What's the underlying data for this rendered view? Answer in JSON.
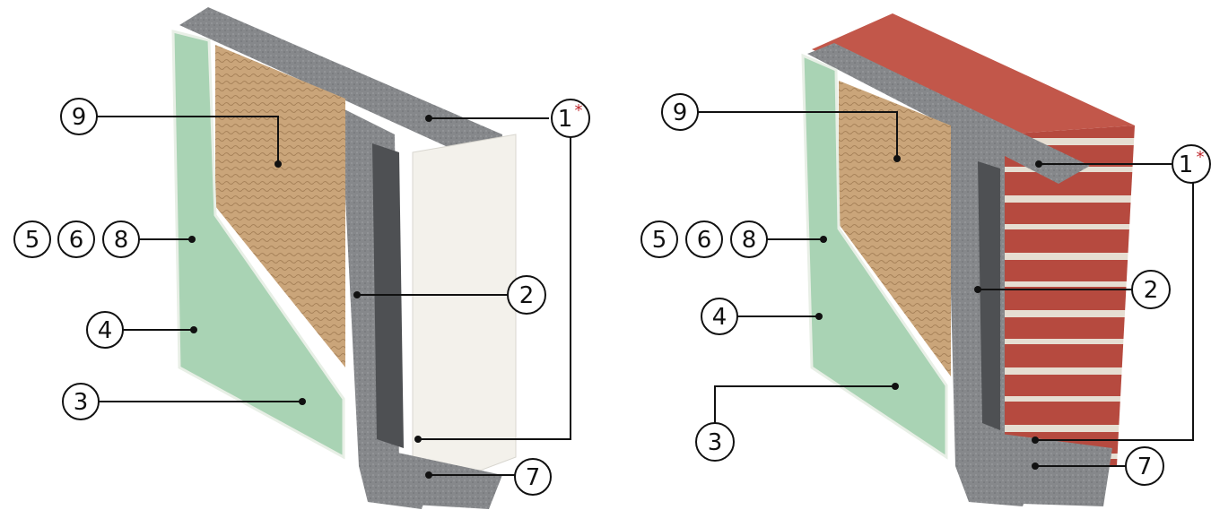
{
  "figure_left": {
    "callouts": [
      {
        "id": "c9",
        "label": "9"
      },
      {
        "id": "c1",
        "label": "1",
        "asterisk": "*"
      },
      {
        "id": "c568a",
        "label": "5"
      },
      {
        "id": "c568b",
        "label": "6"
      },
      {
        "id": "c568c",
        "label": "8"
      },
      {
        "id": "c2",
        "label": "2"
      },
      {
        "id": "c4",
        "label": "4"
      },
      {
        "id": "c3",
        "label": "3"
      },
      {
        "id": "c7",
        "label": "7"
      }
    ]
  },
  "figure_right": {
    "callouts": [
      {
        "id": "c9",
        "label": "9"
      },
      {
        "id": "c1",
        "label": "1",
        "asterisk": "*"
      },
      {
        "id": "c568a",
        "label": "5"
      },
      {
        "id": "c568b",
        "label": "6"
      },
      {
        "id": "c568c",
        "label": "8"
      },
      {
        "id": "c2",
        "label": "2"
      },
      {
        "id": "c4",
        "label": "4"
      },
      {
        "id": "c3",
        "label": "3"
      },
      {
        "id": "c7",
        "label": "7"
      }
    ]
  },
  "colors": {
    "gypsum_board": "#a9d3b4",
    "gypsum_edge": "#e8efe6",
    "insulation": "#c9a77f",
    "steel_profile": "#7f8184",
    "steel_dark": "#55575a",
    "white_board": "#f2f0ea",
    "brick": "#b54a3e",
    "mortar": "#e9e2d8"
  }
}
